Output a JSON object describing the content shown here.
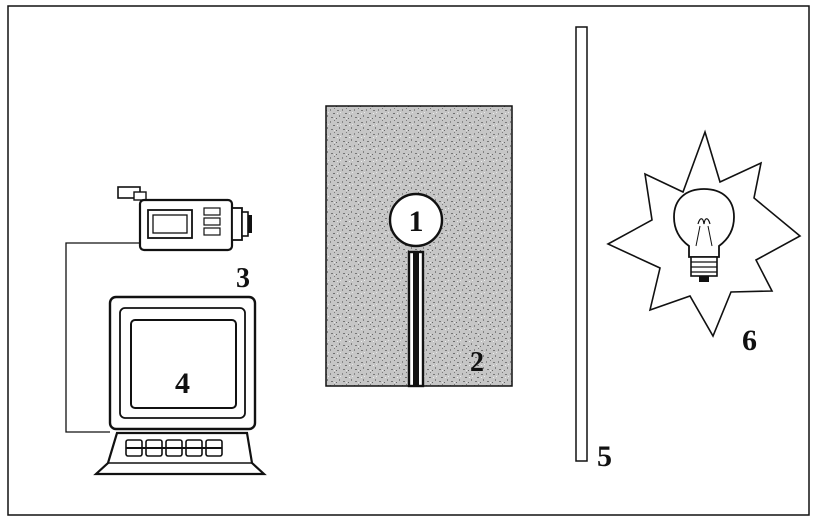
{
  "labels": {
    "item1": "1",
    "item2": "2",
    "item3": "3",
    "item4": "4",
    "item5": "5",
    "item6": "6"
  },
  "colors": {
    "ink": "#111111",
    "panel_fill": "#bdbdbd",
    "background": "#ffffff"
  },
  "icons": [
    "video-camera-icon",
    "computer-monitor-icon",
    "keyboard-icon",
    "light-bulb-icon",
    "starburst-icon"
  ]
}
